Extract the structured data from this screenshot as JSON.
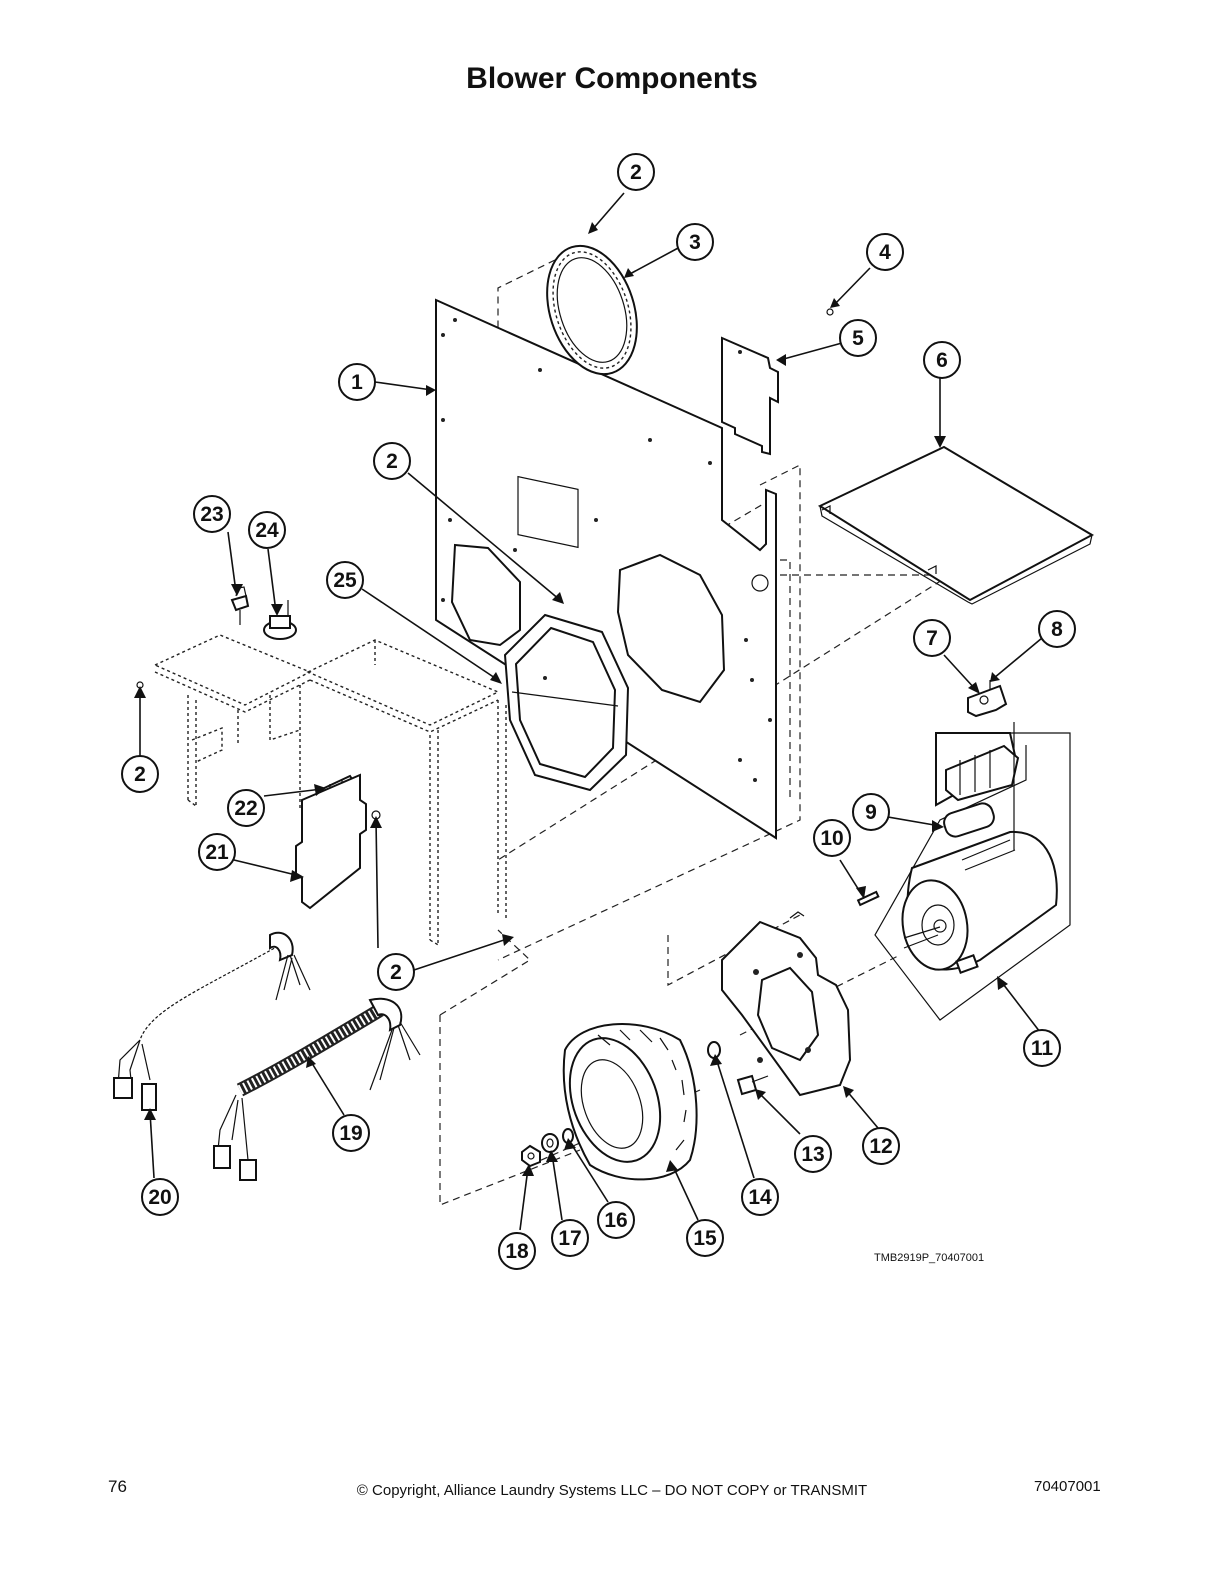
{
  "title": "Blower Components",
  "drawing_code": "TMB2919P_70407001",
  "footer": {
    "page_number": "76",
    "copyright": "© Copyright, Alliance Laundry Systems LLC – DO NOT COPY or TRANSMIT",
    "doc_number": "70407001"
  },
  "callouts": [
    {
      "label": "2",
      "part": "screw-top"
    },
    {
      "label": "3",
      "part": "ring"
    },
    {
      "label": "4",
      "part": "screw-bracket"
    },
    {
      "label": "5",
      "part": "bracket"
    },
    {
      "label": "1",
      "part": "back-panel"
    },
    {
      "label": "6",
      "part": "shelf"
    },
    {
      "label": "2",
      "part": "screw-panel"
    },
    {
      "label": "23",
      "part": "thermostat-probe"
    },
    {
      "label": "24",
      "part": "thermostat"
    },
    {
      "label": "25",
      "part": "octagon-gasket"
    },
    {
      "label": "7",
      "part": "motor-clip"
    },
    {
      "label": "8",
      "part": "clip-screw"
    },
    {
      "label": "2",
      "part": "screw-frame-left"
    },
    {
      "label": "22",
      "part": "switch-bracket"
    },
    {
      "label": "9",
      "part": "capacitor"
    },
    {
      "label": "10",
      "part": "key"
    },
    {
      "label": "21",
      "part": "control-plate"
    },
    {
      "label": "2",
      "part": "screw-frame-bottom"
    },
    {
      "label": "11",
      "part": "motor"
    },
    {
      "label": "12",
      "part": "motor-plate"
    },
    {
      "label": "14",
      "part": "washer"
    },
    {
      "label": "13",
      "part": "bolt"
    },
    {
      "label": "19",
      "part": "harness-front"
    },
    {
      "label": "20",
      "part": "harness-rear"
    },
    {
      "label": "16",
      "part": "washer-small"
    },
    {
      "label": "15",
      "part": "blower-wheel"
    },
    {
      "label": "17",
      "part": "spacer"
    },
    {
      "label": "18",
      "part": "nut"
    }
  ]
}
